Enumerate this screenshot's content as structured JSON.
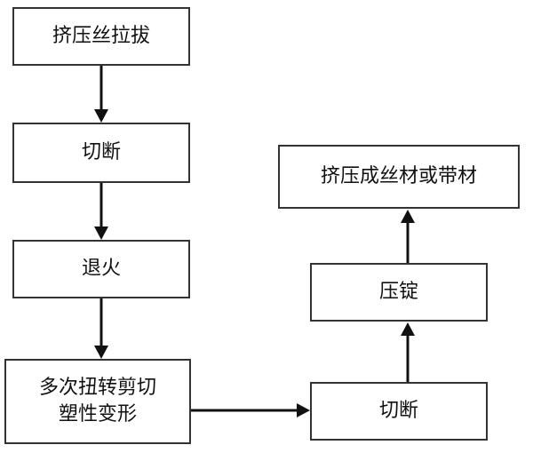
{
  "flowchart": {
    "steps": [
      {
        "id": "extrude_draw",
        "text": "挤压丝拉拔"
      },
      {
        "id": "cut_1",
        "text": "切断"
      },
      {
        "id": "anneal",
        "text": "退火"
      },
      {
        "id": "multi_twist",
        "line1": "多次扭转剪切",
        "line2": "塑性变形"
      },
      {
        "id": "cut_2",
        "text": "切断"
      },
      {
        "id": "press_ingot",
        "text": "压锭"
      },
      {
        "id": "extrude_wire",
        "text": "挤压成丝材或带材"
      }
    ]
  }
}
